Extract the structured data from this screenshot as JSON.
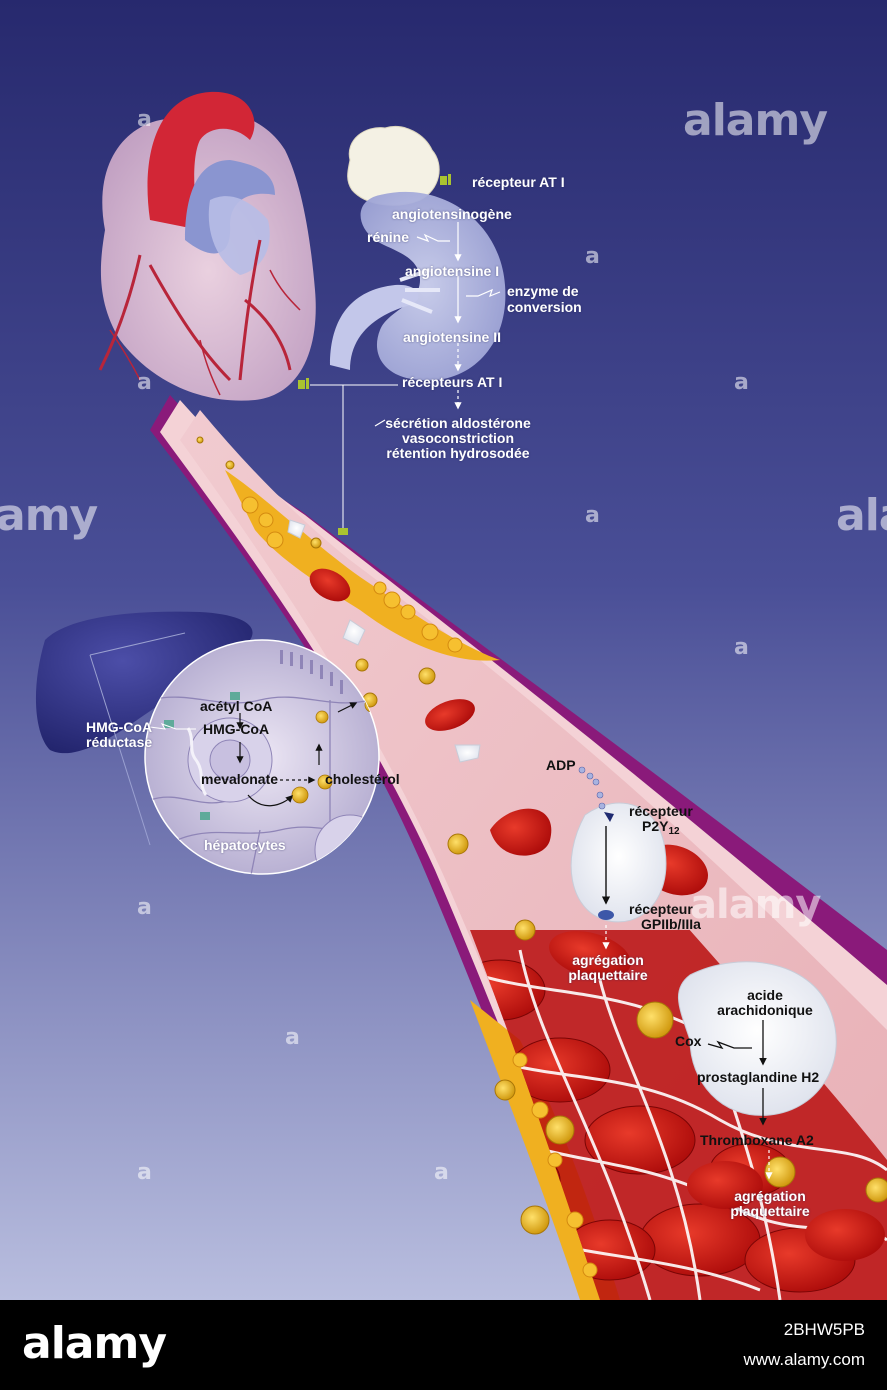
{
  "kidney_pathway": {
    "receptor_top": "récepteur AT I",
    "angiotensinogen": "angiotensinogène",
    "renin": "rénine",
    "angiotensin1": "angiotensine I",
    "enzyme_line1": "enzyme de",
    "enzyme_line2": "conversion",
    "angiotensin2": "angiotensine II",
    "receptors_at1": "récepteurs AT I",
    "effect1": "sécrétion aldostérone",
    "effect2": "vasoconstriction",
    "effect3": "rétention hydrosodée"
  },
  "liver_pathway": {
    "acetyl": "acétyl CoA",
    "hmg": "HMG-CoA",
    "reductase_line1": "HMG-CoA",
    "reductase_line2": "réductase",
    "mevalonate": "mevalonate",
    "cholesterol": "cholestérol",
    "hepatocytes": "hépatocytes"
  },
  "platelet_pathway": {
    "adp": "ADP",
    "p2y12_line1": "récepteur",
    "p2y12_line2": "P2Y",
    "p2y12_sub": "12",
    "gp_line1": "récepteur",
    "gp_line2": "GPIIb/IIIa",
    "aggregation1_line1": "agrégation",
    "aggregation1_line2": "plaquettaire",
    "arachidonic_line1": "acide",
    "arachidonic_line2": "arachidonique",
    "cox": "Cox",
    "pgh2": "prostaglandine H2",
    "txa2": "Thromboxane A2",
    "aggregation2_line1": "agrégation",
    "aggregation2_line2": "plaquettaire"
  },
  "watermark": {
    "text": "alamy",
    "fragment_left": "amy",
    "fragment_right": "ala",
    "fragment_bottom": "amy",
    "tile": "a"
  },
  "footer": {
    "logo": "alamy",
    "image_id": "2BHW5PB",
    "url": "www.alamy.com"
  },
  "colors": {
    "background_top": "#27296e",
    "background_bottom": "#b9bedf",
    "vessel_wall": "#8a1a7a",
    "plaque": "#f0b020",
    "blood_cell": "#c81010",
    "footer": "#000000"
  }
}
